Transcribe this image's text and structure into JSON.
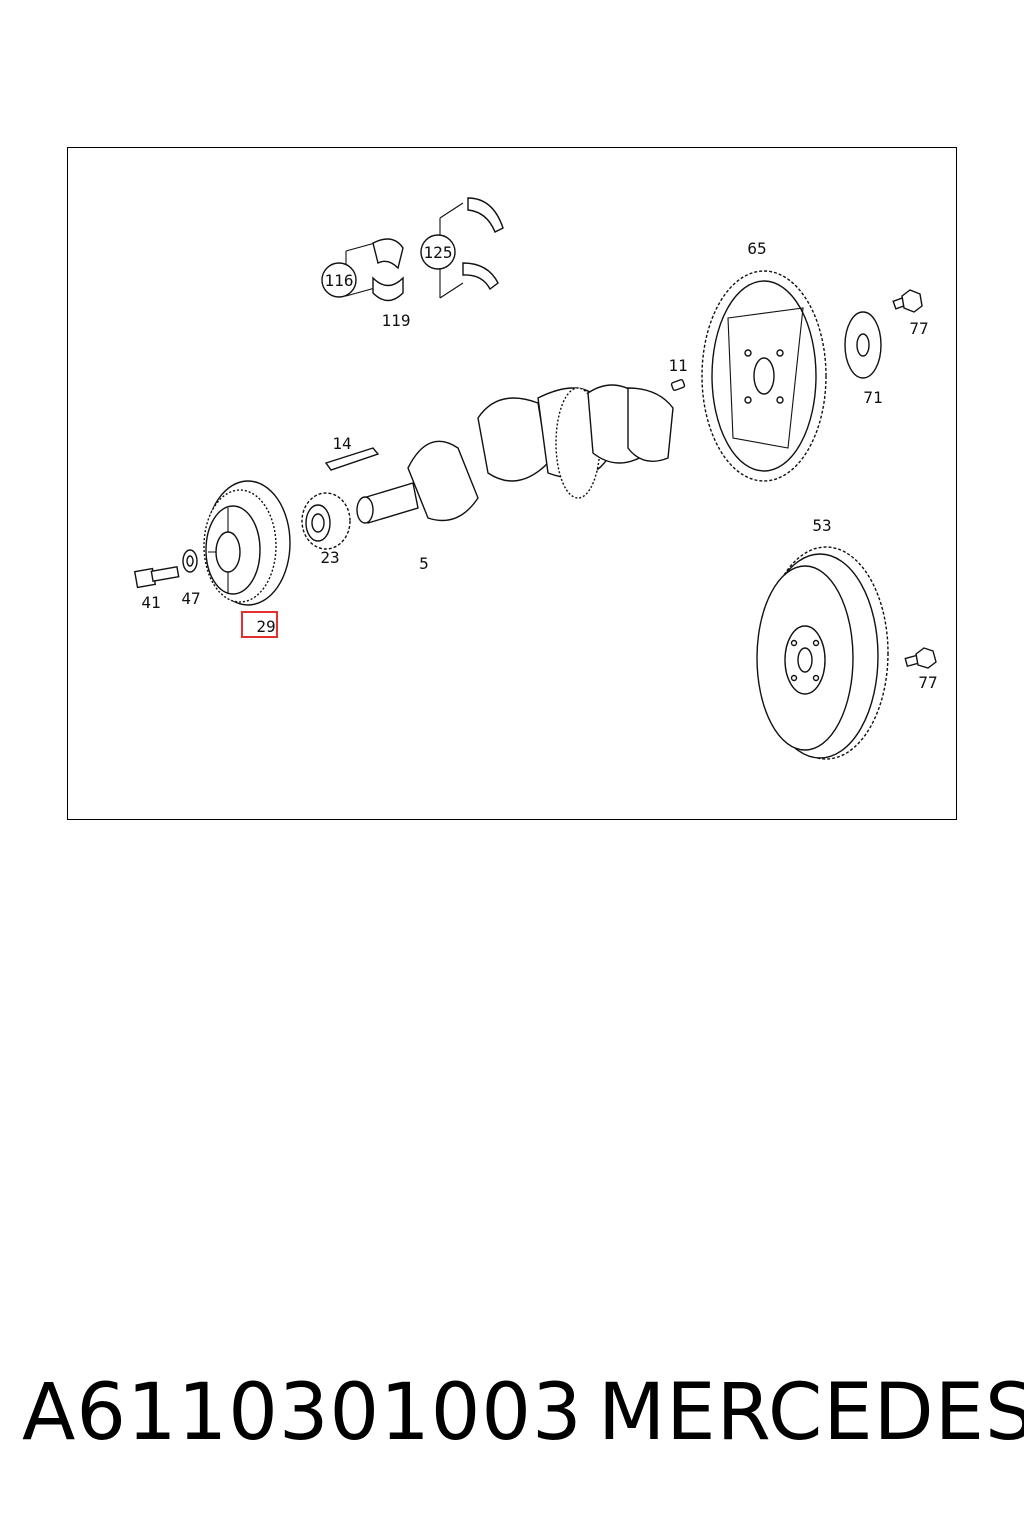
{
  "diagram": {
    "callouts": {
      "c116": "116",
      "c125": "125",
      "c119": "119",
      "c65": "65",
      "c77a": "77",
      "c11": "11",
      "c71": "71",
      "c14": "14",
      "c23": "23",
      "c5": "5",
      "c41": "41",
      "c47": "47",
      "c29": "29",
      "c53": "53",
      "c77b": "77"
    },
    "highlighted_part": "29",
    "highlight_color": "#e03030"
  },
  "footer": {
    "part_number": "A6110301003",
    "brand": "MERCEDES"
  }
}
